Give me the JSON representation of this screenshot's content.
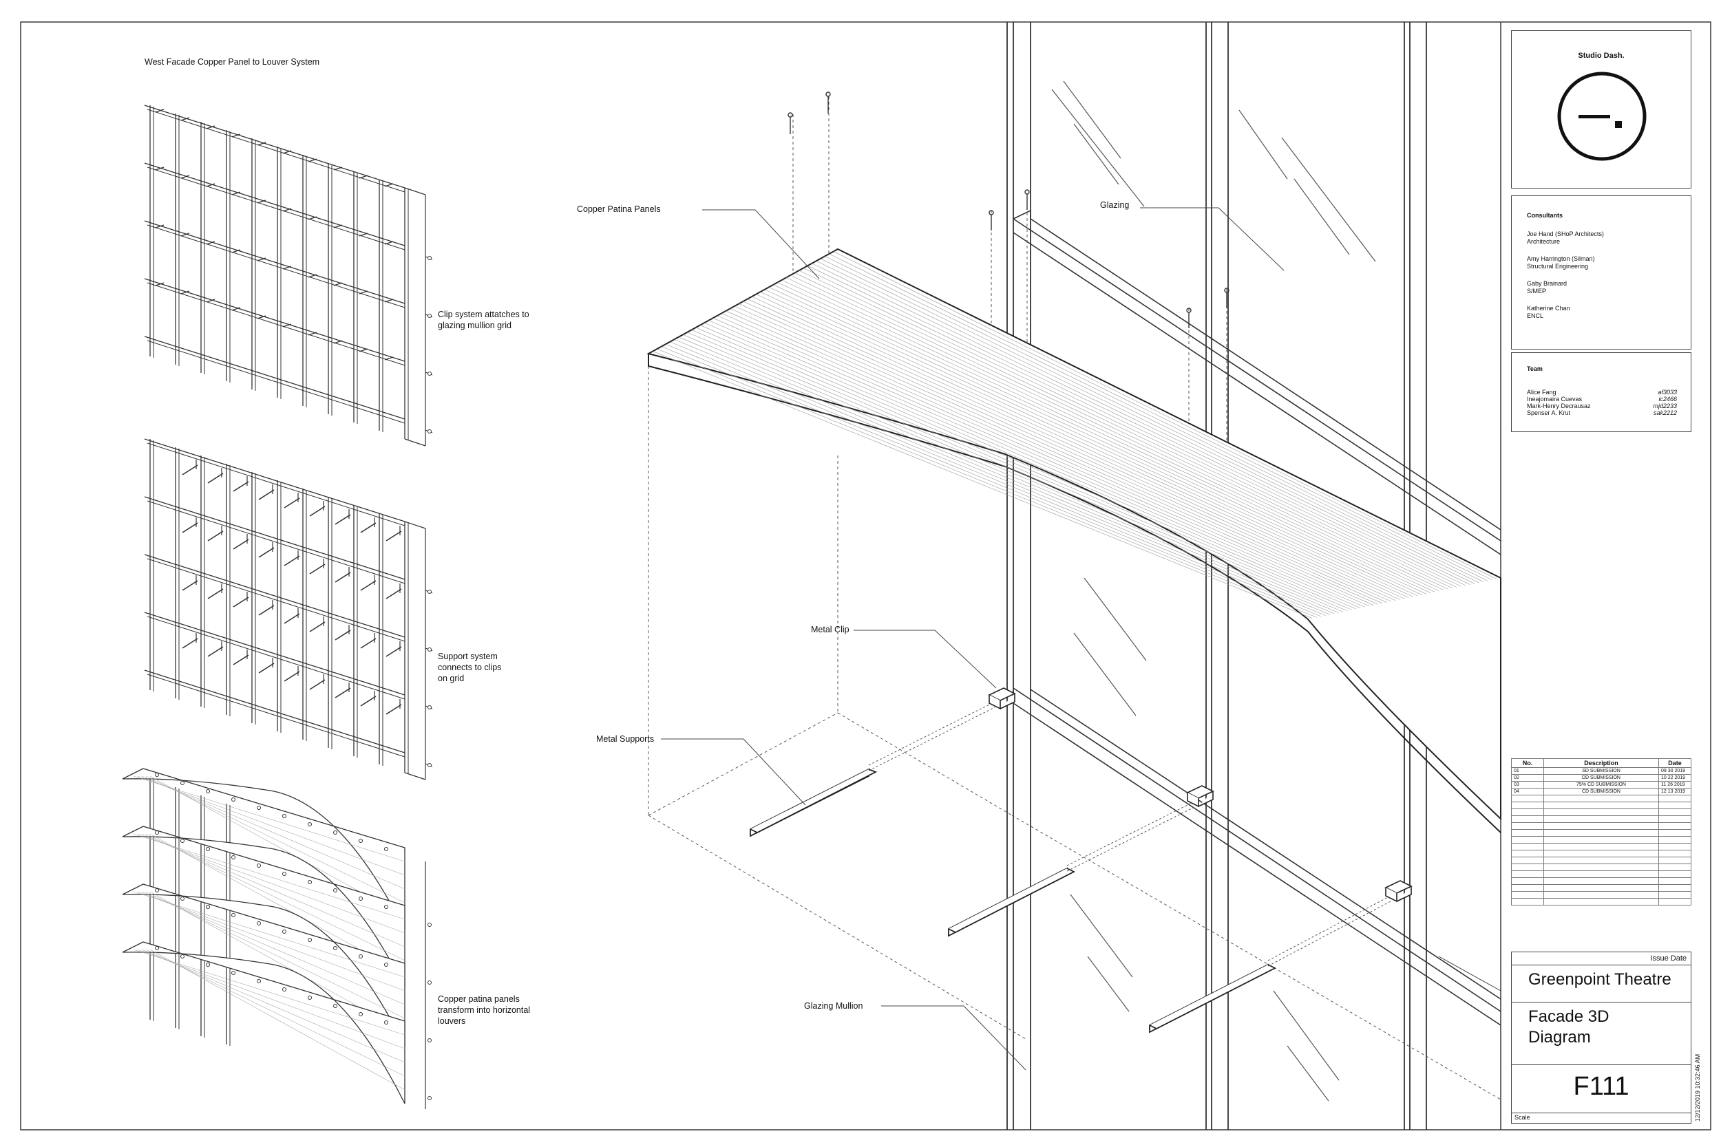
{
  "sheet": {
    "diagram_title": "West Facade Copper Panel to Louver System",
    "steps": [
      {
        "line1": "Clip system attatches to",
        "line2": "glazing mullion grid"
      },
      {
        "line1": "Support system",
        "line2": "connects to clips",
        "line3": "on grid"
      },
      {
        "line1": "Copper patina panels",
        "line2": "transform into horizontal",
        "line3": "louvers"
      }
    ],
    "callouts": {
      "copper": "Copper Patina Panels",
      "glazing": "Glazing",
      "clip": "Metal Clip",
      "supports": "Metal Supports",
      "mullion": "Glazing Mullion"
    },
    "timestamp": "12/12/2019 10:32:46 AM"
  },
  "title_block": {
    "firm": "Studio Dash.",
    "consultants_heading": "Consultants",
    "consultants": [
      {
        "name": "Joe Hand (SHoP Architects)",
        "role": "Architecture"
      },
      {
        "name": "Amy Harrington (Silman)",
        "role": "Structural Engineering"
      },
      {
        "name": "Gaby Brainard",
        "role": "S/MEP"
      },
      {
        "name": "Katherine Chan",
        "role": "ENCL"
      }
    ],
    "team_heading": "Team",
    "team": [
      {
        "name": "Alice Fang",
        "id": "af3033"
      },
      {
        "name": "Ineajomaira Cuevas",
        "id": "ic2466"
      },
      {
        "name": "Mark-Henry Decrausaz",
        "id": "mjd2233"
      },
      {
        "name": "Spenser A. Krut",
        "id": "sak2212"
      }
    ],
    "revisions": {
      "headers": [
        "No.",
        "Description",
        "Date"
      ],
      "rows": [
        {
          "no": "01",
          "desc": "SD SUBMISSION",
          "date": "09 30 2019"
        },
        {
          "no": "02",
          "desc": "DD SUBMISSION",
          "date": "10 22 2019"
        },
        {
          "no": "03",
          "desc": "75% CD SUBMISSION",
          "date": "11 26 2019"
        },
        {
          "no": "04",
          "desc": "CD SUBMISSION",
          "date": "12 13 2019"
        }
      ]
    },
    "issue_date_label": "Issue Date",
    "project": "Greenpoint Theatre",
    "drawing_title_line1": "Facade 3D",
    "drawing_title_line2": "Diagram",
    "sheet_number": "F111",
    "scale_label": "Scale"
  }
}
